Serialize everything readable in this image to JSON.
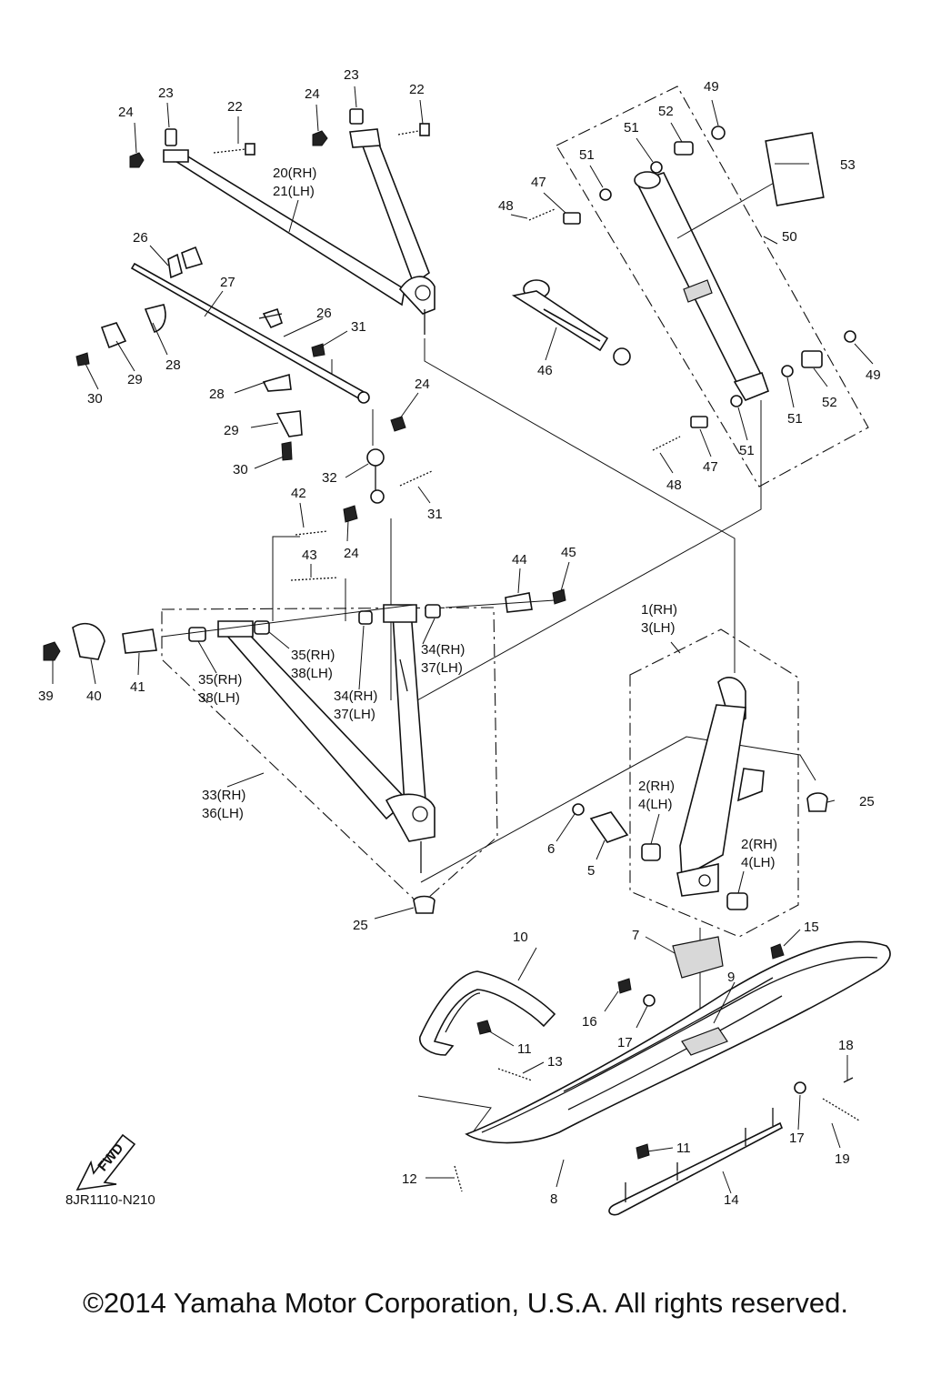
{
  "diagram": {
    "code": "8JR1110-N210",
    "fwd_label": "FWD",
    "copyright": "©2014 Yamaha Motor Corporation, U.S.A. All rights reserved."
  },
  "labels": {
    "p1_3": [
      "1(RH)",
      "3(LH)"
    ],
    "p2_4a": [
      "2(RH)",
      "4(LH)"
    ],
    "p2_4b": [
      "2(RH)",
      "4(LH)"
    ],
    "p5": "5",
    "p6": "6",
    "p7": "7",
    "p8": "8",
    "p9": "9",
    "p10": "10",
    "p11a": "11",
    "p11b": "11",
    "p12": "12",
    "p13": "13",
    "p14": "14",
    "p15": "15",
    "p16": "16",
    "p17a": "17",
    "p17b": "17",
    "p18": "18",
    "p19": "19",
    "p20_21": [
      "20(RH)",
      "21(LH)"
    ],
    "p22a": "22",
    "p22b": "22",
    "p23a": "23",
    "p23b": "23",
    "p24a": "24",
    "p24b": "24",
    "p24c": "24",
    "p24d": "24",
    "p25a": "25",
    "p25b": "25",
    "p26a": "26",
    "p26b": "26",
    "p27": "27",
    "p28a": "28",
    "p28b": "28",
    "p29a": "29",
    "p29b": "29",
    "p30a": "30",
    "p30b": "30",
    "p31a": "31",
    "p31b": "31",
    "p32": "32",
    "p33_36": [
      "33(RH)",
      "36(LH)"
    ],
    "p34_37a": [
      "34(RH)",
      "37(LH)"
    ],
    "p34_37b": [
      "34(RH)",
      "37(LH)"
    ],
    "p35_38a": [
      "35(RH)",
      "38(LH)"
    ],
    "p35_38b": [
      "35(RH)",
      "38(LH)"
    ],
    "p39": "39",
    "p40": "40",
    "p41": "41",
    "p42": "42",
    "p43": "43",
    "p44": "44",
    "p45": "45",
    "p46": "46",
    "p47a": "47",
    "p47b": "47",
    "p48a": "48",
    "p48b": "48",
    "p49a": "49",
    "p49b": "49",
    "p50": "50",
    "p51a": "51",
    "p51b": "51",
    "p51c": "51",
    "p51d": "51",
    "p52a": "52",
    "p52b": "52",
    "p53": "53"
  }
}
